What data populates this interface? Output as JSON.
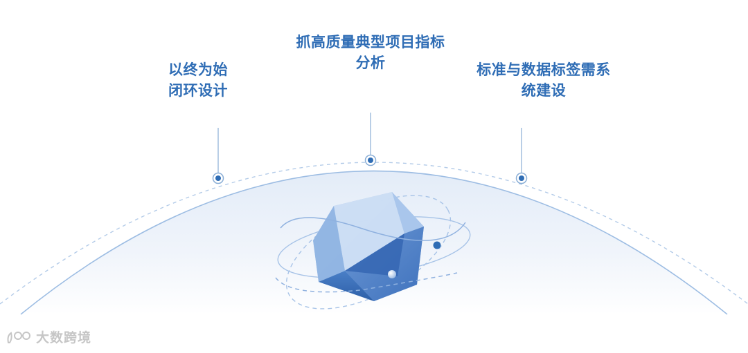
{
  "labels": {
    "left": {
      "line1": "以终为始",
      "line2": "闭环设计"
    },
    "center": {
      "line1": "抓高质量典型项目指标",
      "line2": "分析"
    },
    "right": {
      "line1": "标准与数据标签需系",
      "line2": "统建设"
    }
  },
  "watermark": {
    "text": "大数跨境"
  },
  "icons": {
    "center_graphic": "crystal-orbit-icon",
    "watermark_logo": "logo-icon",
    "markers": "ring-dot-icon"
  },
  "colors": {
    "text": "#2f6db5",
    "accent": "#2f6db5",
    "line": "#8aaed6",
    "dome": "#eaf1fa",
    "watermark": "#c6c6c6"
  }
}
